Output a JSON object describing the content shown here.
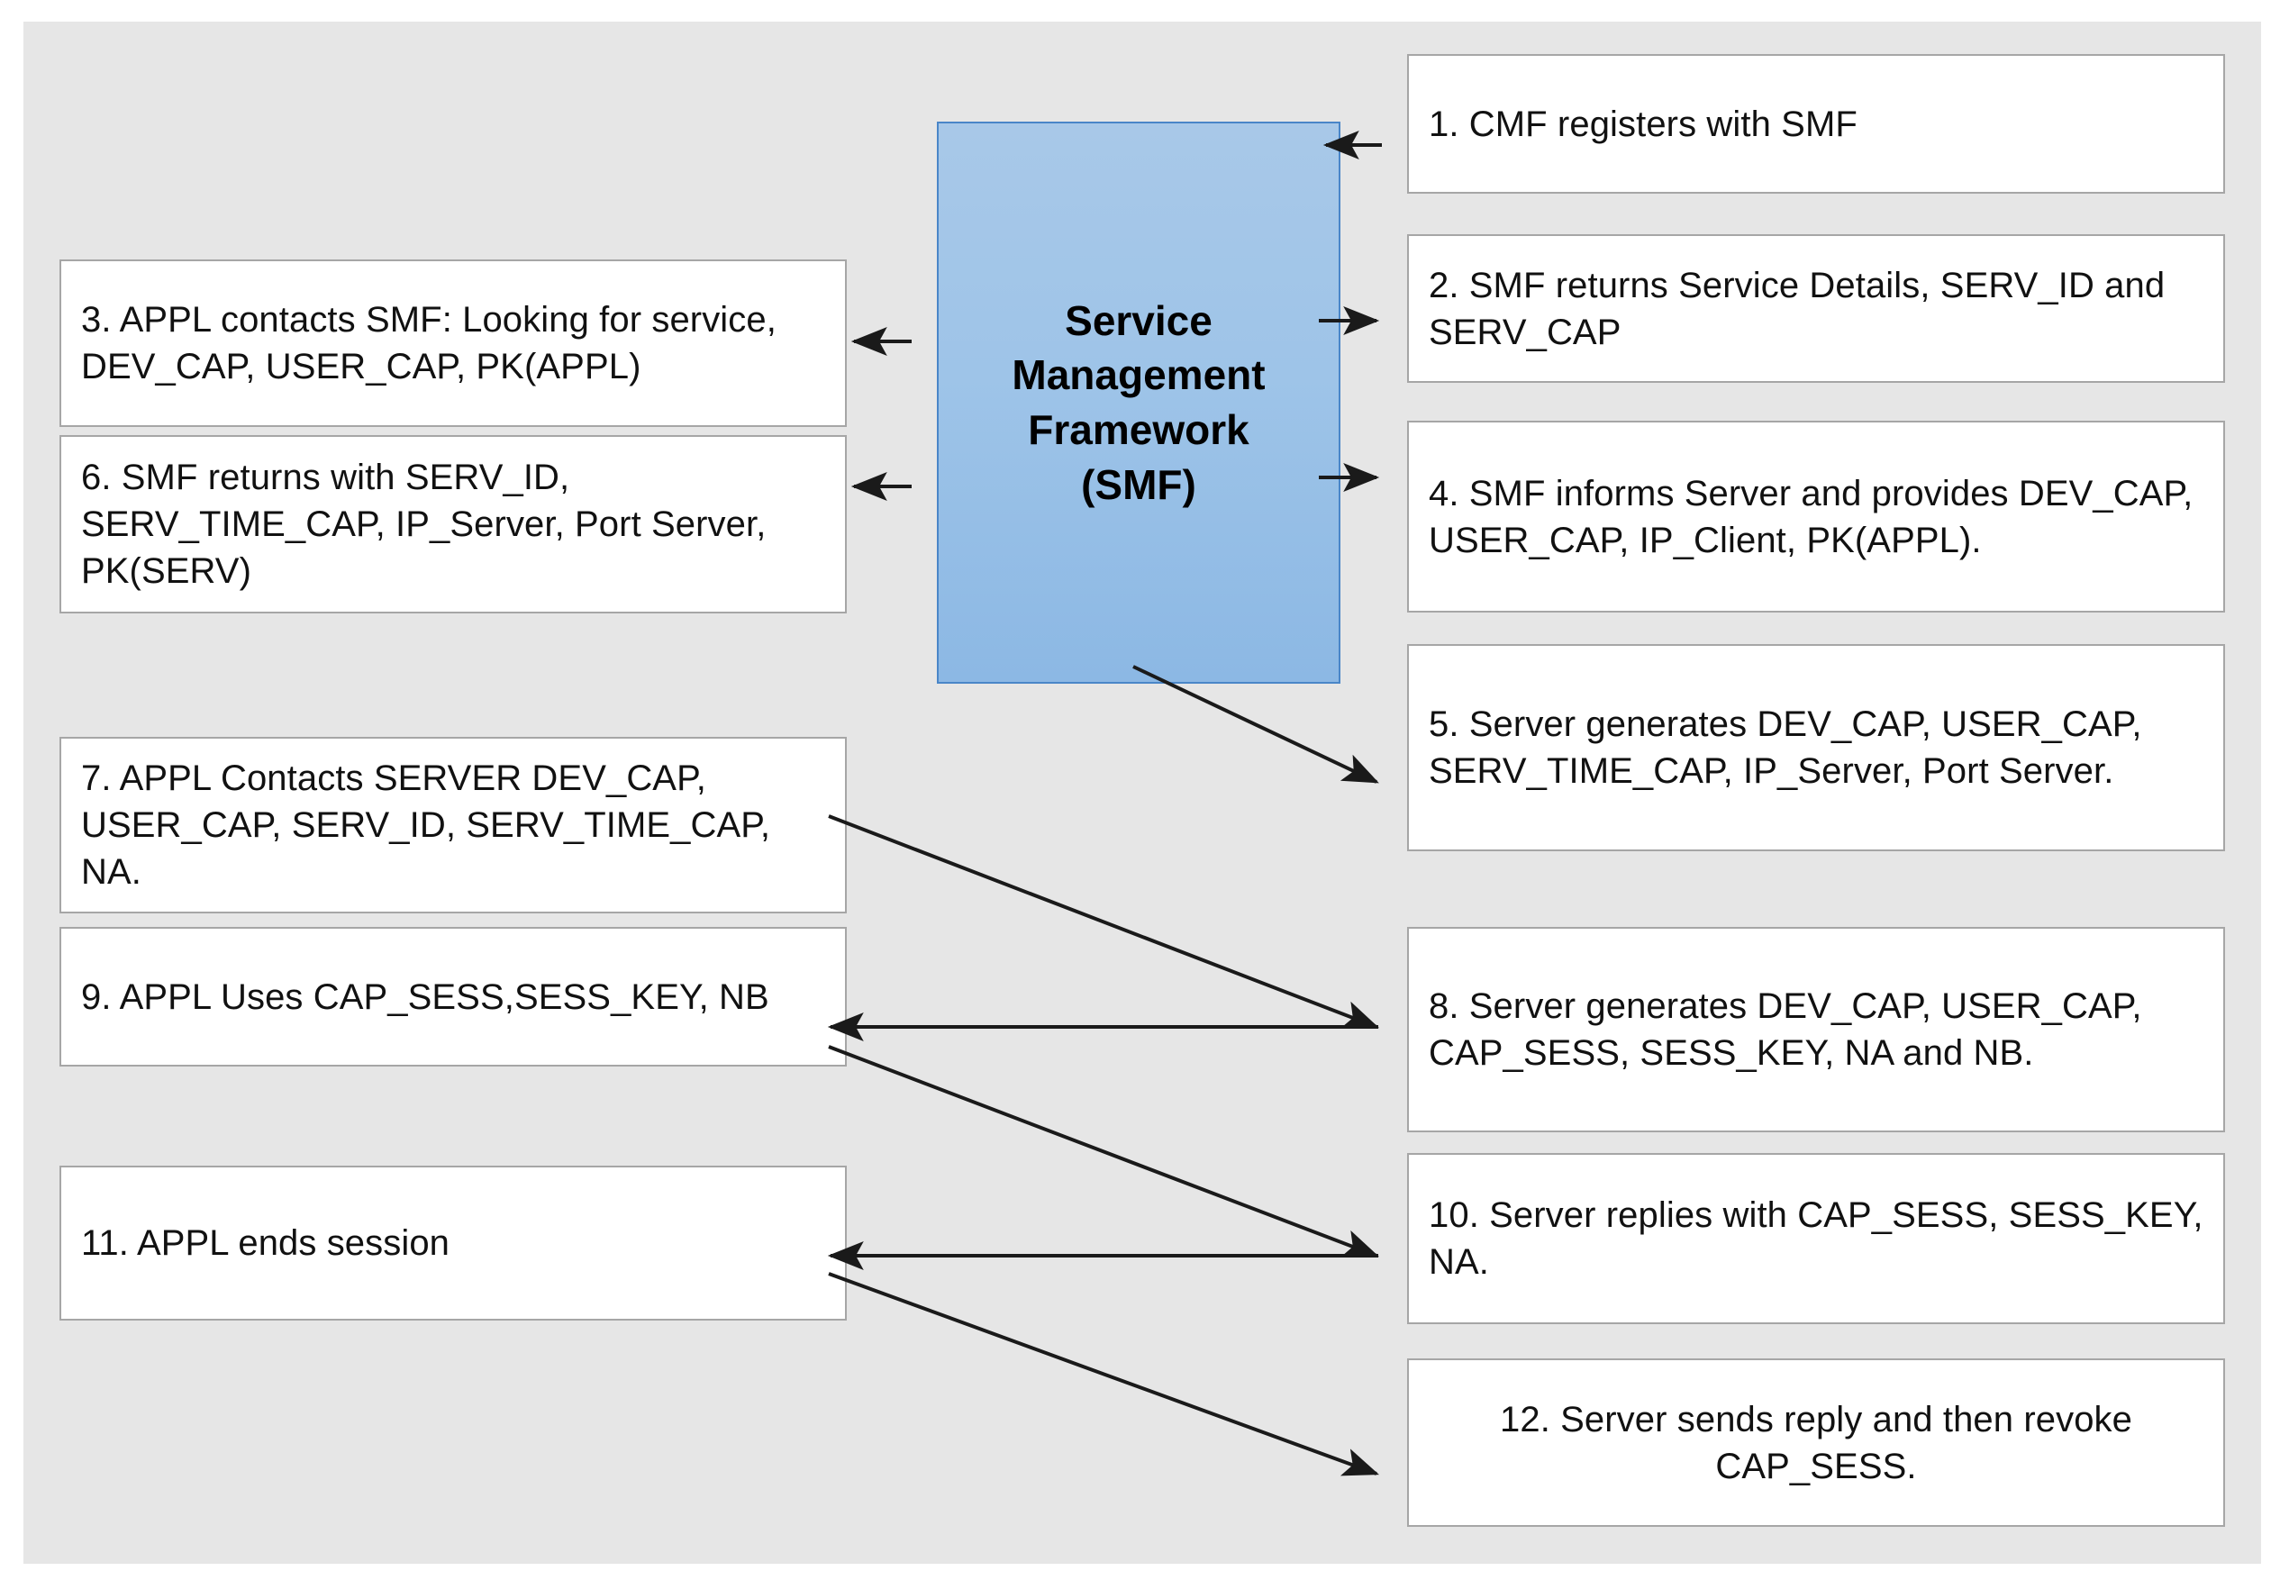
{
  "diagram": {
    "title": "Service Management Framework protocol flow",
    "background_color": "#e6e6e6",
    "center_node": {
      "label": "Service Management Framework (SMF)",
      "line1": "Service",
      "line2": "Management",
      "line3": "Framework",
      "line4": "(SMF)",
      "fill_color": "#9dc3e6",
      "border_color": "#4a86c8"
    },
    "left_nodes": [
      {
        "id": "step-3",
        "text": "3. APPL contacts SMF: Looking for service, DEV_CAP, USER_CAP, PK(APPL)"
      },
      {
        "id": "step-6",
        "text": "6. SMF returns with SERV_ID, SERV_TIME_CAP, IP_Server, Port Server, PK(SERV)"
      },
      {
        "id": "step-7",
        "text": "7. APPL Contacts SERVER DEV_CAP, USER_CAP, SERV_ID, SERV_TIME_CAP, NA."
      },
      {
        "id": "step-9",
        "text": "9. APPL Uses CAP_SESS,SESS_KEY, NB"
      },
      {
        "id": "step-11",
        "text": "11. APPL ends session"
      }
    ],
    "right_nodes": [
      {
        "id": "step-1",
        "text": "1.  CMF registers with SMF"
      },
      {
        "id": "step-2",
        "text": "2.  SMF returns  Service Details, SERV_ID and SERV_CAP"
      },
      {
        "id": "step-4",
        "text": "4.  SMF informs Server and provides DEV_CAP, USER_CAP, IP_Client, PK(APPL)."
      },
      {
        "id": "step-5",
        "text": "5.  Server generates DEV_CAP, USER_CAP, SERV_TIME_CAP, IP_Server, Port Server."
      },
      {
        "id": "step-8",
        "text": "8.  Server generates DEV_CAP, USER_CAP,  CAP_SESS,   SESS_KEY, NA and NB."
      },
      {
        "id": "step-10",
        "text": "10.  Server replies with CAP_SESS, SESS_KEY, NA."
      },
      {
        "id": "step-12",
        "text": "12.  Server sends reply and then revoke CAP_SESS."
      }
    ],
    "connectors": [
      {
        "id": "arrow-1-to-smf",
        "from": "step-1",
        "to": "smf",
        "direction": "left"
      },
      {
        "id": "arrow-smf-to-2",
        "from": "smf",
        "to": "step-2",
        "direction": "right"
      },
      {
        "id": "arrow-smf-to-3",
        "from": "smf",
        "to": "step-3",
        "direction": "left"
      },
      {
        "id": "arrow-smf-to-4",
        "from": "smf",
        "to": "step-4",
        "direction": "right"
      },
      {
        "id": "arrow-smf-to-6",
        "from": "smf",
        "to": "step-6",
        "direction": "left"
      },
      {
        "id": "arrow-smf-to-5",
        "from": "smf",
        "to": "step-5",
        "direction": "diagonal-down-right"
      },
      {
        "id": "arrow-7-to-8",
        "from": "step-7",
        "to": "step-8",
        "direction": "diagonal-down-right"
      },
      {
        "id": "arrow-8-to-9",
        "from": "step-8",
        "to": "step-9",
        "direction": "left"
      },
      {
        "id": "arrow-9-to-10",
        "from": "step-9",
        "to": "step-10",
        "direction": "diagonal-down-right"
      },
      {
        "id": "arrow-10-to-11",
        "from": "step-10",
        "to": "step-11",
        "direction": "left"
      },
      {
        "id": "arrow-11-to-12",
        "from": "step-11",
        "to": "step-12",
        "direction": "diagonal-down-right"
      }
    ]
  }
}
